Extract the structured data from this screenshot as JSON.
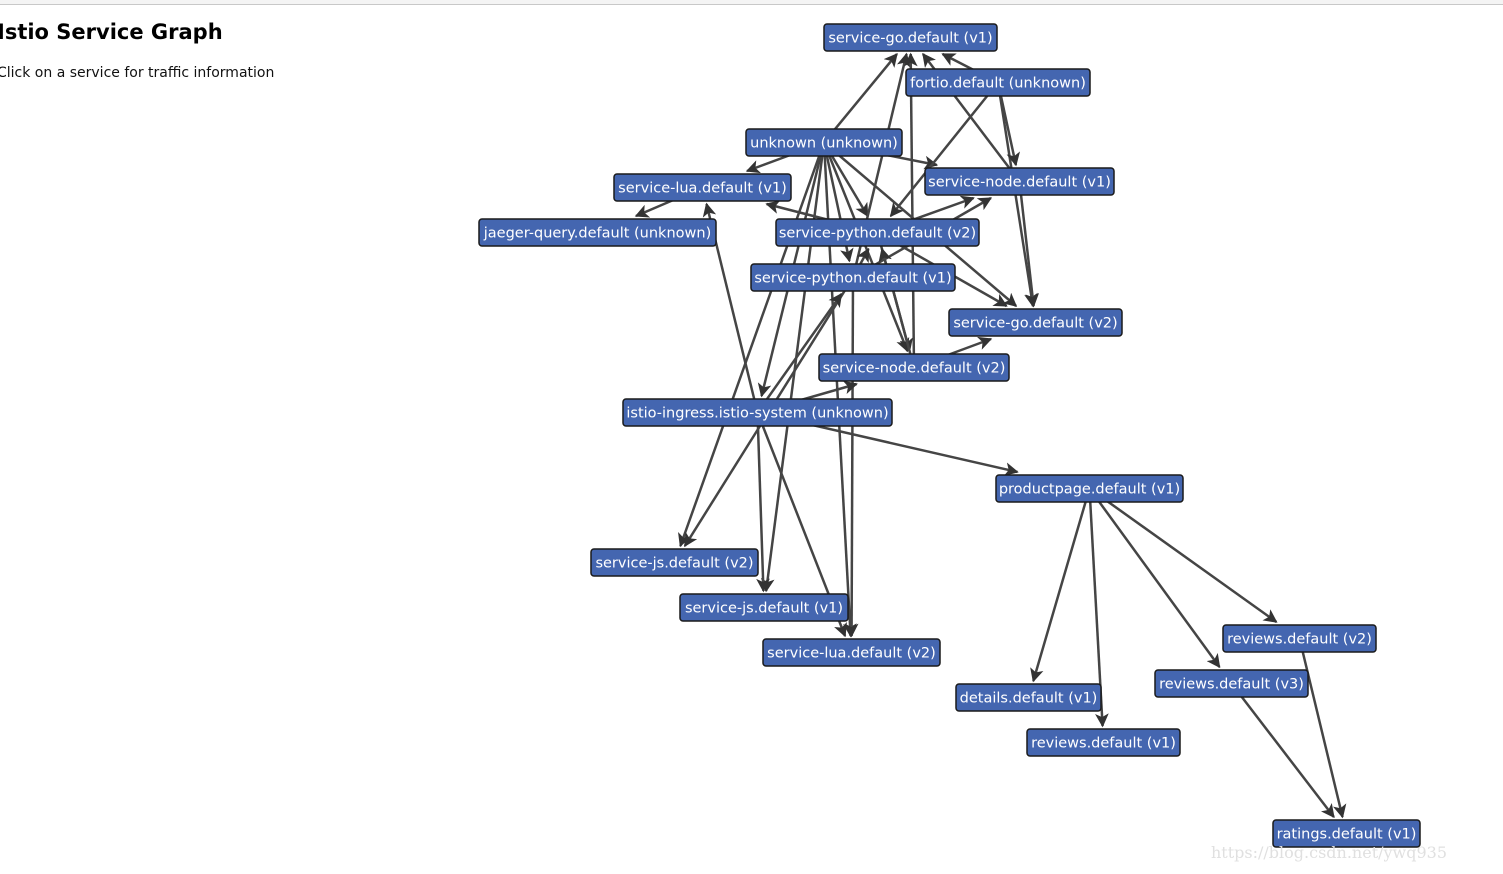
{
  "header": {
    "title": "Istio Service Graph",
    "subtitle": "Click on a service for traffic information"
  },
  "watermark": "https://blog.csdn.net/ywq935",
  "colors": {
    "node_fill": "#4466b0",
    "node_border": "#1a1a1a",
    "edge": "#454545",
    "label": "#ffffff"
  },
  "graph": {
    "nodes": [
      {
        "id": "service-go.default (v1)",
        "label": "service-go.default (v1)"
      },
      {
        "id": "fortio.default (unknown)",
        "label": "fortio.default (unknown)"
      },
      {
        "id": "unknown (unknown)",
        "label": "unknown (unknown)"
      },
      {
        "id": "service-lua.default (v1)",
        "label": "service-lua.default (v1)"
      },
      {
        "id": "service-node.default (v1)",
        "label": "service-node.default (v1)"
      },
      {
        "id": "jaeger-query.default (unknown)",
        "label": "jaeger-query.default (unknown)"
      },
      {
        "id": "service-python.default (v2)",
        "label": "service-python.default (v2)"
      },
      {
        "id": "service-python.default (v1)",
        "label": "service-python.default (v1)"
      },
      {
        "id": "service-go.default (v2)",
        "label": "service-go.default (v2)"
      },
      {
        "id": "service-node.default (v2)",
        "label": "service-node.default (v2)"
      },
      {
        "id": "istio-ingress.istio-system (unknown)",
        "label": "istio-ingress.istio-system (unknown)"
      },
      {
        "id": "productpage.default (v1)",
        "label": "productpage.default (v1)"
      },
      {
        "id": "service-js.default (v2)",
        "label": "service-js.default (v2)"
      },
      {
        "id": "service-js.default (v1)",
        "label": "service-js.default (v1)"
      },
      {
        "id": "service-lua.default (v2)",
        "label": "service-lua.default (v2)"
      },
      {
        "id": "reviews.default (v2)",
        "label": "reviews.default (v2)"
      },
      {
        "id": "reviews.default (v3)",
        "label": "reviews.default (v3)"
      },
      {
        "id": "details.default (v1)",
        "label": "details.default (v1)"
      },
      {
        "id": "reviews.default (v1)",
        "label": "reviews.default (v1)"
      },
      {
        "id": "ratings.default (v1)",
        "label": "ratings.default (v1)"
      }
    ],
    "edges": [
      {
        "from": "unknown (unknown)",
        "to": "service-go.default (v1)"
      },
      {
        "from": "unknown (unknown)",
        "to": "service-lua.default (v1)"
      },
      {
        "from": "unknown (unknown)",
        "to": "service-node.default (v1)"
      },
      {
        "from": "unknown (unknown)",
        "to": "service-python.default (v2)"
      },
      {
        "from": "unknown (unknown)",
        "to": "service-python.default (v1)"
      },
      {
        "from": "unknown (unknown)",
        "to": "service-node.default (v2)"
      },
      {
        "from": "unknown (unknown)",
        "to": "istio-ingress.istio-system (unknown)"
      },
      {
        "from": "unknown (unknown)",
        "to": "service-js.default (v2)"
      },
      {
        "from": "unknown (unknown)",
        "to": "service-js.default (v1)"
      },
      {
        "from": "unknown (unknown)",
        "to": "service-lua.default (v2)"
      },
      {
        "from": "unknown (unknown)",
        "to": "service-go.default (v2)"
      },
      {
        "from": "fortio.default (unknown)",
        "to": "service-go.default (v1)"
      },
      {
        "from": "fortio.default (unknown)",
        "to": "service-go.default (v2)"
      },
      {
        "from": "fortio.default (unknown)",
        "to": "service-python.default (v2)"
      },
      {
        "from": "fortio.default (unknown)",
        "to": "service-node.default (v1)"
      },
      {
        "from": "service-lua.default (v1)",
        "to": "jaeger-query.default (unknown)"
      },
      {
        "from": "service-python.default (v2)",
        "to": "service-lua.default (v1)"
      },
      {
        "from": "service-python.default (v2)",
        "to": "service-node.default (v1)"
      },
      {
        "from": "service-python.default (v2)",
        "to": "service-go.default (v2)"
      },
      {
        "from": "service-python.default (v2)",
        "to": "service-node.default (v2)"
      },
      {
        "from": "service-python.default (v1)",
        "to": "service-go.default (v1)"
      },
      {
        "from": "service-python.default (v1)",
        "to": "service-node.default (v1)"
      },
      {
        "from": "service-python.default (v1)",
        "to": "service-python.default (v2)"
      },
      {
        "from": "service-python.default (v1)",
        "to": "service-lua.default (v2)"
      },
      {
        "from": "service-python.default (v1)",
        "to": "service-js.default (v2)"
      },
      {
        "from": "service-node.default (v1)",
        "to": "service-go.default (v2)"
      },
      {
        "from": "service-node.default (v1)",
        "to": "service-go.default (v1)"
      },
      {
        "from": "service-node.default (v2)",
        "to": "service-go.default (v2)"
      },
      {
        "from": "service-node.default (v2)",
        "to": "service-go.default (v1)"
      },
      {
        "from": "service-node.default (v2)",
        "to": "service-python.default (v2)"
      },
      {
        "from": "istio-ingress.istio-system (unknown)",
        "to": "service-python.default (v1)"
      },
      {
        "from": "istio-ingress.istio-system (unknown)",
        "to": "service-lua.default (v1)"
      },
      {
        "from": "istio-ingress.istio-system (unknown)",
        "to": "service-js.default (v1)"
      },
      {
        "from": "istio-ingress.istio-system (unknown)",
        "to": "service-lua.default (v2)"
      },
      {
        "from": "istio-ingress.istio-system (unknown)",
        "to": "service-node.default (v2)"
      },
      {
        "from": "istio-ingress.istio-system (unknown)",
        "to": "productpage.default (v1)"
      },
      {
        "from": "productpage.default (v1)",
        "to": "details.default (v1)"
      },
      {
        "from": "productpage.default (v1)",
        "to": "reviews.default (v1)"
      },
      {
        "from": "productpage.default (v1)",
        "to": "reviews.default (v2)"
      },
      {
        "from": "productpage.default (v1)",
        "to": "reviews.default (v3)"
      },
      {
        "from": "reviews.default (v2)",
        "to": "ratings.default (v1)"
      },
      {
        "from": "reviews.default (v3)",
        "to": "ratings.default (v1)"
      }
    ]
  }
}
